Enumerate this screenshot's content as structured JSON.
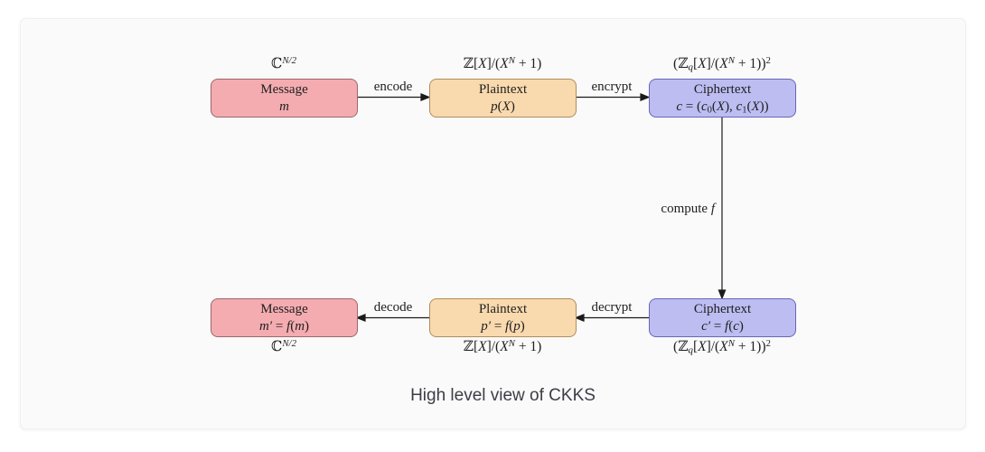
{
  "title": "High level view of CKKS",
  "colors": {
    "page_bg": "#ffffff",
    "panel_bg": "#fafafa",
    "panel_border": "#f0f0f0",
    "message_fill": "#f4acb1",
    "message_border": "#9d666d",
    "plaintext_fill": "#f9d9ae",
    "plaintext_border": "#b08d5c",
    "ciphertext_fill": "#bdbdf2",
    "ciphertext_border": "#6666bb",
    "arrow": "#1a1a1a",
    "text": "#1f1f1f",
    "title_text": "#3d3d47"
  },
  "nodes": {
    "message_top": {
      "label": "Message",
      "math": [
        {
          "t": "m",
          "i": 1
        }
      ],
      "domain": [
        {
          "t": "ℂ"
        },
        {
          "sup": "N/2",
          "i": 1
        }
      ]
    },
    "plaintext_top": {
      "label": "Plaintext",
      "math": [
        {
          "t": "p",
          "i": 1
        },
        {
          "t": "("
        },
        {
          "t": "X",
          "i": 1
        },
        {
          "t": ")"
        }
      ],
      "domain": [
        {
          "t": "ℤ["
        },
        {
          "t": "X",
          "i": 1
        },
        {
          "t": "]/("
        },
        {
          "t": "X",
          "i": 1
        },
        {
          "sup": "N",
          "i": 1
        },
        {
          "t": " + 1)"
        }
      ]
    },
    "ciphertext_top": {
      "label": "Ciphertext",
      "math": [
        {
          "t": "c",
          "i": 1
        },
        {
          "t": " = ("
        },
        {
          "t": "c",
          "i": 1
        },
        {
          "sub": "0"
        },
        {
          "t": "("
        },
        {
          "t": "X",
          "i": 1
        },
        {
          "t": "), "
        },
        {
          "t": "c",
          "i": 1
        },
        {
          "sub": "1"
        },
        {
          "t": "("
        },
        {
          "t": "X",
          "i": 1
        },
        {
          "t": "))"
        }
      ],
      "domain": [
        {
          "t": "(ℤ"
        },
        {
          "sub": "q",
          "i": 1
        },
        {
          "t": "["
        },
        {
          "t": "X",
          "i": 1
        },
        {
          "t": "]/("
        },
        {
          "t": "X",
          "i": 1
        },
        {
          "sup": "N",
          "i": 1
        },
        {
          "t": " + 1))"
        },
        {
          "sup": "2"
        }
      ]
    },
    "ciphertext_bottom": {
      "label": "Ciphertext",
      "math": [
        {
          "t": "c′",
          "i": 1
        },
        {
          "t": " = "
        },
        {
          "t": "f",
          "i": 1
        },
        {
          "t": "("
        },
        {
          "t": "c",
          "i": 1
        },
        {
          "t": ")"
        }
      ],
      "domain": [
        {
          "t": "(ℤ"
        },
        {
          "sub": "q",
          "i": 1
        },
        {
          "t": "["
        },
        {
          "t": "X",
          "i": 1
        },
        {
          "t": "]/("
        },
        {
          "t": "X",
          "i": 1
        },
        {
          "sup": "N",
          "i": 1
        },
        {
          "t": " + 1))"
        },
        {
          "sup": "2"
        }
      ]
    },
    "plaintext_bottom": {
      "label": "Plaintext",
      "math": [
        {
          "t": "p′",
          "i": 1
        },
        {
          "t": " = "
        },
        {
          "t": "f",
          "i": 1
        },
        {
          "t": "("
        },
        {
          "t": "p",
          "i": 1
        },
        {
          "t": ")"
        }
      ],
      "domain": [
        {
          "t": "ℤ["
        },
        {
          "t": "X",
          "i": 1
        },
        {
          "t": "]/("
        },
        {
          "t": "X",
          "i": 1
        },
        {
          "sup": "N",
          "i": 1
        },
        {
          "t": " + 1)"
        }
      ]
    },
    "message_bottom": {
      "label": "Message",
      "math": [
        {
          "t": "m′",
          "i": 1
        },
        {
          "t": " = "
        },
        {
          "t": "f",
          "i": 1
        },
        {
          "t": "("
        },
        {
          "t": "m",
          "i": 1
        },
        {
          "t": ")"
        }
      ],
      "domain": [
        {
          "t": "ℂ"
        },
        {
          "sup": "N/2",
          "i": 1
        }
      ]
    }
  },
  "edges": {
    "encode": "encode",
    "encrypt": "encrypt",
    "compute": [
      {
        "t": "compute "
      },
      {
        "t": "f",
        "i": 1
      }
    ],
    "decrypt": "decrypt",
    "decode": "decode"
  }
}
